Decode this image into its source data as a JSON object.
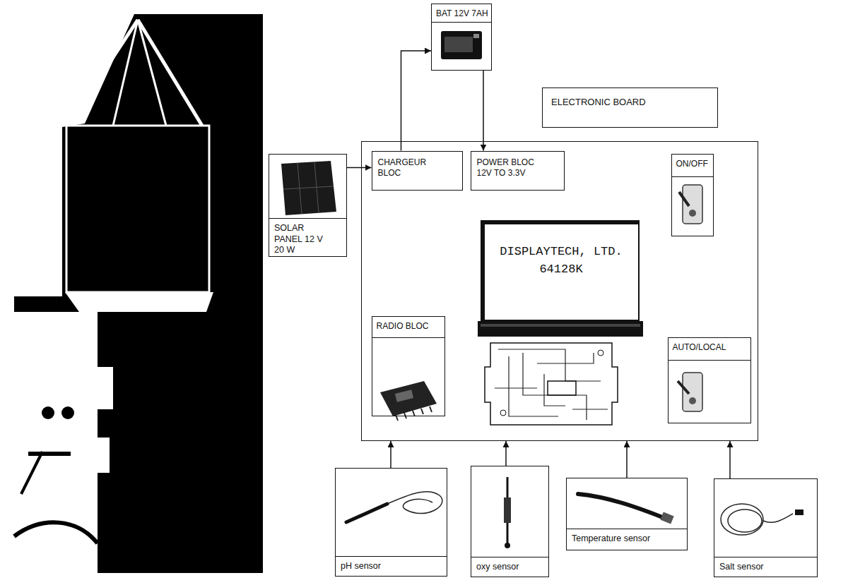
{
  "diagram": {
    "nodes": [
      {
        "text": [
          "BAT 12V 7AH"
        ]
      },
      {
        "text": [
          "SOLAR PANEL 12 V 20 W"
        ]
      },
      {
        "text": [
          "ELECTRONIC BOARD"
        ]
      },
      {
        "text": [
          "CHARGEUR BLOC"
        ],
        "in": 2
      },
      {
        "text": [
          "POWER BLOC 12V TO 3.3V"
        ],
        "in": 2
      },
      {
        "text": [
          "ON/OFF"
        ],
        "in": 2
      },
      {
        "text": [
          "DISPLAYTECH, LTD.",
          "64128K"
        ],
        "in": 2
      },
      {
        "text": [
          "RADIO BLOC"
        ],
        "in": 2
      },
      {
        "text": [
          "AUTO/LOCAL"
        ],
        "in": 2
      },
      {
        "text": [
          "pH sensor"
        ]
      },
      {
        "text": [
          "oxy sensor"
        ]
      },
      {
        "text": [
          "Temperature sensor"
        ]
      },
      {
        "text": [
          "Salt sensor"
        ]
      }
    ],
    "edges": [
      {
        "from": 1,
        "to": 3,
        "arrow": "to"
      },
      {
        "from": 3,
        "to": 0,
        "arrow": "to"
      },
      {
        "from": 0,
        "to": 4,
        "arrow": "to"
      },
      {
        "from": 9,
        "to": 2,
        "arrow": "to"
      },
      {
        "from": 10,
        "to": 2,
        "arrow": "to"
      },
      {
        "from": 11,
        "to": 2,
        "arrow": "to"
      },
      {
        "from": 12,
        "to": 2,
        "arrow": "to"
      }
    ]
  }
}
